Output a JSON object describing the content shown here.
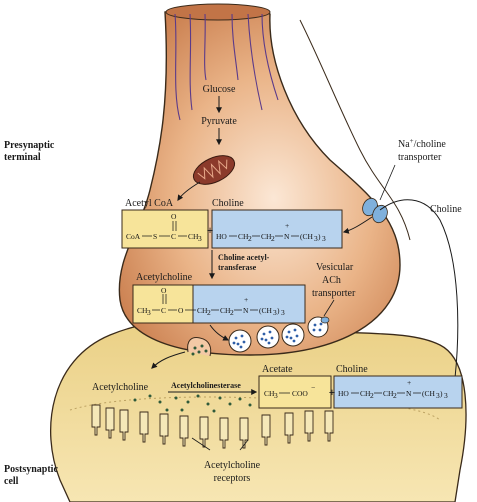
{
  "labels": {
    "presynaptic_line1": "Presynaptic",
    "presynaptic_line2": "terminal",
    "postsynaptic_line1": "Postsynaptic",
    "postsynaptic_line2": "cell",
    "glucose": "Glucose",
    "pyruvate": "Pyruvate",
    "acetyl_coa": "Acetyl CoA",
    "choline_top": "Choline",
    "choline_acetyltransferase_line1": "Choline acetyl-",
    "choline_acetyltransferase_line2": "transferase",
    "acetylcholine_top": "Acetylcholine",
    "vesicular_line1": "Vesicular",
    "vesicular_line2": "ACh",
    "vesicular_line3": "transporter",
    "na_choline_line1": "Na",
    "na_choline_sup": "+",
    "na_choline_line1b": "/choline",
    "na_choline_line2": "transporter",
    "choline_right": "Choline",
    "acetylcholine_cleft": "Acetylcholine",
    "acetylcholinesterase": "Acetylcholinesterase",
    "acetate": "Acetate",
    "choline_bottom": "Choline",
    "receptors_line1": "Acetylcholine",
    "receptors_line2": "receptors"
  },
  "formulas": {
    "acetyl_coa_left": "CoA",
    "acetyl_coa_s": "S",
    "acetyl_coa_c": "C",
    "acetyl_coa_o": "O",
    "acetyl_coa_ch3": "CH",
    "sub3": "3",
    "choline_ho": "HO",
    "ch2": "CH",
    "sub2": "2",
    "n": "N",
    "plus": "+",
    "ch3_3": "(CH",
    "close3": ")",
    "ach_ch3": "CH",
    "ach_c": "C",
    "ach_o": "O",
    "acetate_ch3": "CH",
    "acetate_coo": "COO",
    "minus": "−"
  },
  "colors": {
    "terminal": "#d98f5f",
    "terminal_light": "#f3c9a6",
    "postsynaptic": "#f1d98c",
    "mitochondrion": "#8b3a2b",
    "choline_box": "#b8d3ee",
    "acetyl_box": "#f7e49a",
    "outline": "#3a2a1a",
    "vesicle_dots": "#2f5fa8"
  }
}
